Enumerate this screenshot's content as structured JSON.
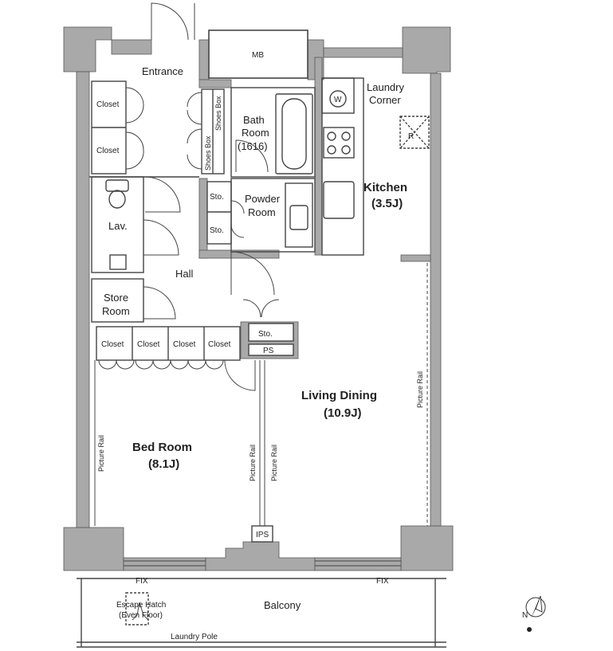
{
  "rooms": {
    "entrance": "Entrance",
    "mb": "MB",
    "laundry_l1": "Laundry",
    "laundry_l2": "Corner",
    "washer": "W",
    "refrigerator": "R",
    "closet": "Closet",
    "shoes_box": "Shoes Box",
    "bath_l1": "Bath",
    "bath_l2": "Room",
    "bath_l3": "(1616)",
    "kitchen_l1": "Kitchen",
    "kitchen_l2": "(3.5J)",
    "storage": "Sto.",
    "powder_l1": "Powder",
    "powder_l2": "Room",
    "lav": "Lav.",
    "hall": "Hall",
    "store_l1": "Store",
    "store_l2": "Room",
    "ps": "PS",
    "ips": "IPS",
    "living_l1": "Living Dining",
    "living_l2": "(10.9J)",
    "bed_l1": "Bed Room",
    "bed_l2": "(8.1J)",
    "picture_rail": "Picture Rail",
    "fix": "FIX",
    "escape_l1": "Escape Hatch",
    "escape_l2": "(Even Floor)",
    "balcony": "Balcony",
    "laundry_pole": "Laundry Pole",
    "north": "N"
  }
}
